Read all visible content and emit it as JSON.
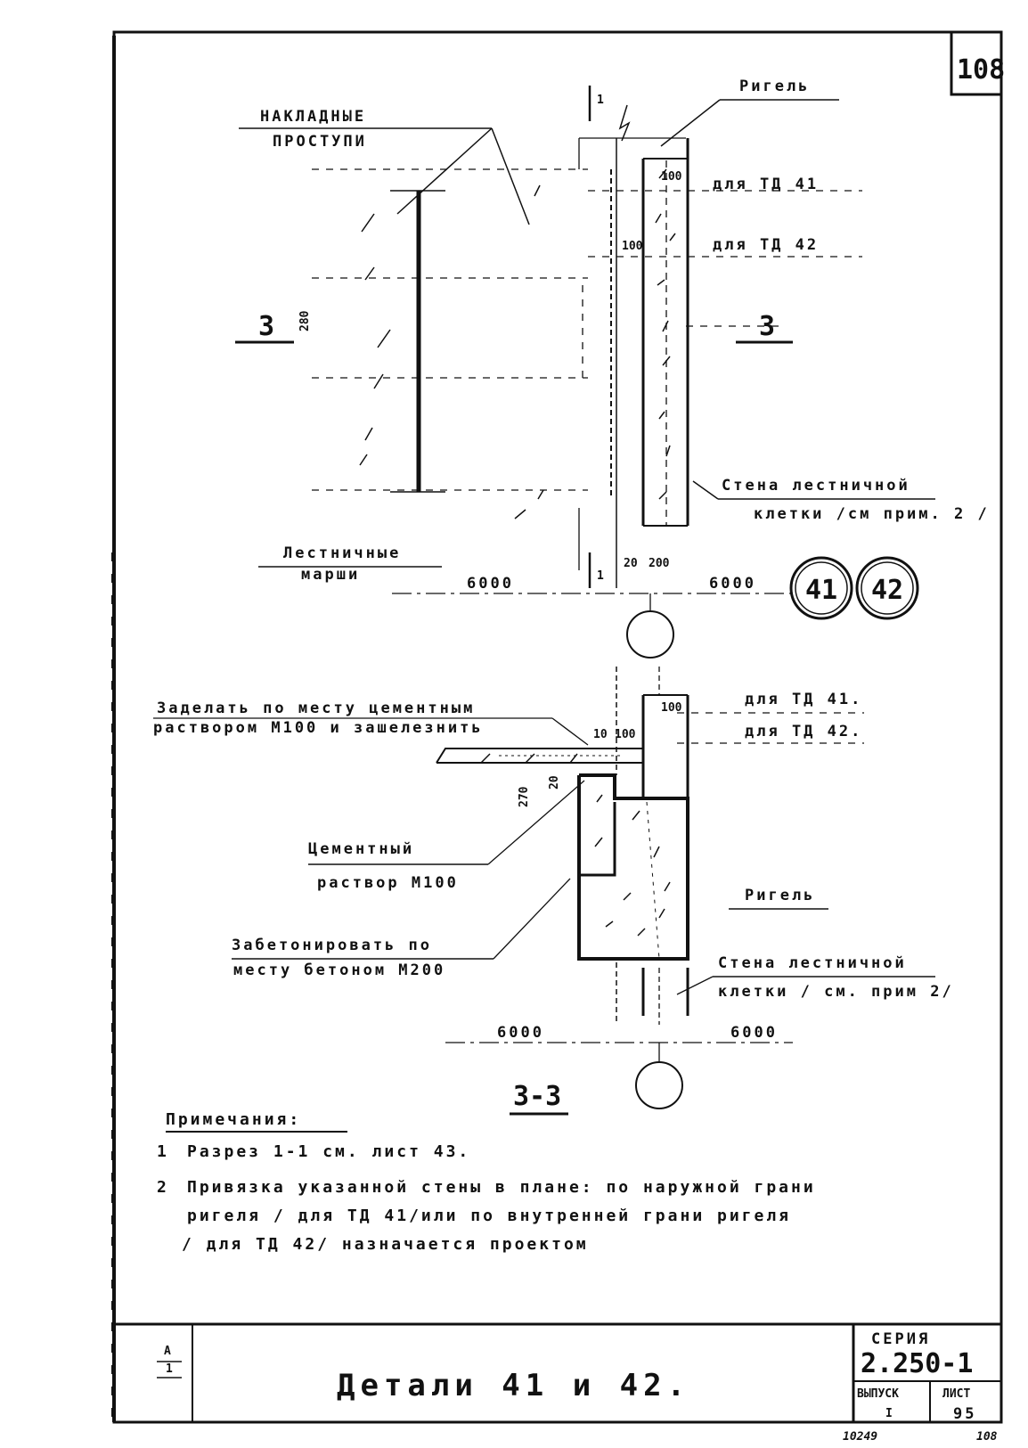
{
  "sheet": {
    "corner_number": "108",
    "stamp_number": "10249",
    "page_mark": "108"
  },
  "top_view": {
    "label_overlay_steps_1": "НАКЛАДНЫЕ",
    "label_overlay_steps_2": "ПРОСТУПИ",
    "label_crossbar": "Ригель",
    "label_for_td41": "для ТД 41",
    "label_for_td42": "для ТД 42",
    "dim_100_a": "100",
    "dim_100_b": "100",
    "section_mark_left": "3",
    "dim_280": "280",
    "section_mark_right": "3",
    "wall_label_1": "Стена лестничной",
    "wall_label_2": "клетки /см прим. 2 /",
    "label_flights_1": "Лестничные",
    "label_flights_2": "марши",
    "dim_6000_left": "6000",
    "dim_6000_right": "6000",
    "dim_20": "20",
    "dim_200": "200",
    "cut_mark": "1",
    "detail_41": "41",
    "detail_42": "42"
  },
  "section_view": {
    "label_seal_1": "Заделать по месту цементным",
    "label_seal_2": "раствором М100 и зашелезнить",
    "label_for_td41": "для ТД 41.",
    "label_for_td42": "для ТД 42.",
    "dim_10": "10",
    "dim_100": "100",
    "dim_100_b": "100",
    "dim_270": "270",
    "dim_20": "20",
    "label_mortar_1": "Цементный",
    "label_mortar_2": "раствор М100",
    "label_crossbar": "Ригель",
    "label_concrete_1": "Забетонировать по",
    "label_concrete_2": "месту бетоном М200",
    "wall_label_1": "Стена лестничной",
    "wall_label_2": "клетки / см. прим 2/",
    "dim_6000_left": "6000",
    "dim_6000_right": "6000",
    "section_title": "3-3"
  },
  "notes": {
    "heading": "Примечания:",
    "n1_num": "1",
    "n1_text": "Разрез 1-1 см. лист 43.",
    "n2_num": "2",
    "n2_line1": "Привязка указанной стены в плане: по наружной грани",
    "n2_line2": "ригеля / для ТД 41/или по внутренней грани ригеля",
    "n2_line3": "/ для ТД 42/ назначается проектом"
  },
  "title_block": {
    "side_mark": "А",
    "side_mark_2": "1",
    "title": "Детали 41 и 42.",
    "series_label": "СЕРИЯ",
    "series_value": "2.250-1",
    "issue_label": "ВЫПУСК",
    "issue_value": "I",
    "sheet_label": "ЛИСТ",
    "sheet_value": "95"
  }
}
